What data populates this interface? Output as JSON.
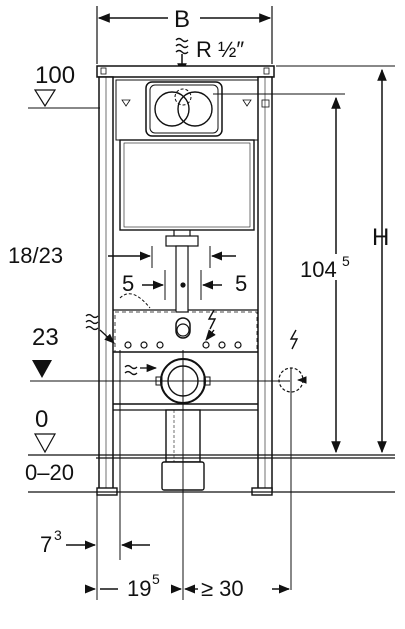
{
  "dimensions": {
    "width_label": "B",
    "height_label": "H",
    "thread_label": "R ½″",
    "level_100": "100",
    "level_23": "23",
    "level_0": "0",
    "floor_range": "0–20",
    "outlet_spacing": "18/23",
    "offset_left": "5",
    "offset_right": "5",
    "height_value": "104",
    "height_value_sup": "5",
    "side_offset": "7",
    "side_offset_sup": "3",
    "axis_offset": "19",
    "axis_offset_sup": "5",
    "min_distance": "≥ 30"
  },
  "icons": {
    "water": "water-supply-icon",
    "electric": "electric-supply-icon",
    "level": "level-triangle-icon"
  },
  "colors": {
    "line": "#111111",
    "background": "#ffffff",
    "shade": "#d9d9d9"
  }
}
